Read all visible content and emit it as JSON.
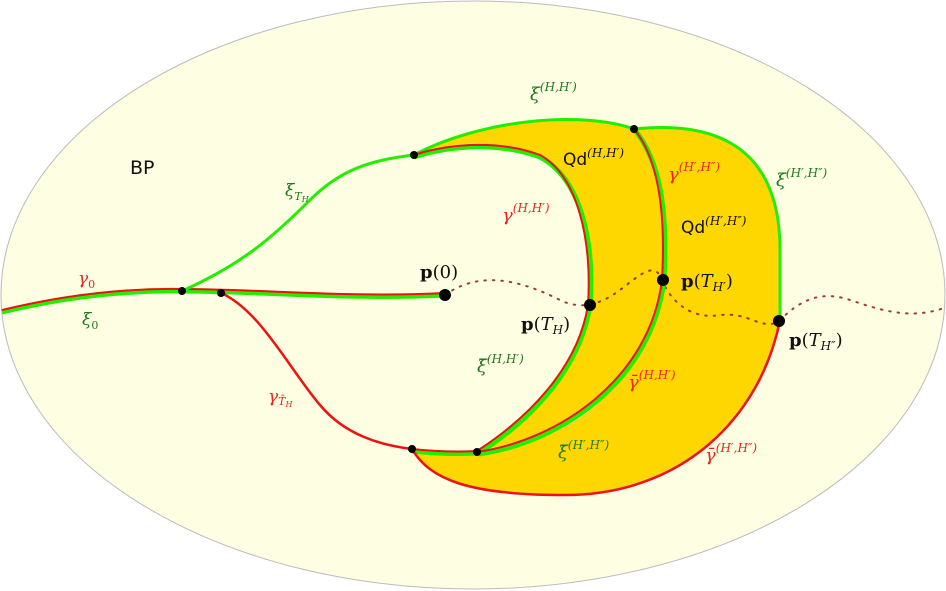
{
  "diagram": {
    "region_label": "BP",
    "colors": {
      "background_ellipse": "#fefee2",
      "ellipse_border": "#bbbbbb",
      "quad_fill": "#ffd700",
      "green_curve": "#22ee00",
      "red_curve": "#ee1111",
      "green_label": "#1e7a1e",
      "red_label": "#ee2222",
      "dotted_path": "#9b3b3b",
      "point": "#000000"
    },
    "curve_labels": {
      "gamma0": "γ",
      "gamma0_sub": "0",
      "xi0": "ξ",
      "xi0_sub": "0",
      "xi_TH": "ξ",
      "xi_TH_sub": "T",
      "xi_TH_subsub": "H",
      "gamma_barTH": "γ",
      "gamma_barTH_sub": "T̄",
      "gamma_barTH_subsub": "H",
      "xi_HH1": "ξ",
      "xi_HH1_sup": "(H,H′)",
      "gamma_HH1": "γ",
      "gamma_HH1_sup": "(H,H′)",
      "gamma_H1H2": "γ",
      "gamma_H1H2_sup": "(H′,H″)",
      "xi_H1H2": "ξ",
      "xi_H1H2_sup": "(H′,H″)",
      "xibar_HH1": "ξ̄",
      "xibar_HH1_sup": "(H,H′)",
      "gammabar_HH1": "γ̄",
      "gammabar_HH1_sup": "(H,H′)",
      "xibar_H1H2": "ξ̄",
      "xibar_H1H2_sup": "(H′,H″)",
      "gammabar_H1H2": "γ̄",
      "gammabar_H1H2_sup": "(H′,H″)"
    },
    "region_labels": {
      "qd1": "Qd",
      "qd1_sup": "(H,H′)",
      "qd2": "Qd",
      "qd2_sup": "(H′,H″)"
    },
    "point_labels": {
      "p0_bold": "p",
      "p0_rest": "(0)",
      "pTH_bold": "p",
      "pTH_open": "(",
      "pTH_T": "T",
      "pTH_sub": "H",
      "pTH_close": ")",
      "pTH1_bold": "p",
      "pTH1_open": "(",
      "pTH1_T": "T",
      "pTH1_sub": "H′",
      "pTH1_close": ")",
      "pTH2_bold": "p",
      "pTH2_open": "(",
      "pTH2_T": "T",
      "pTH2_sub": "H″",
      "pTH2_close": ")"
    }
  }
}
